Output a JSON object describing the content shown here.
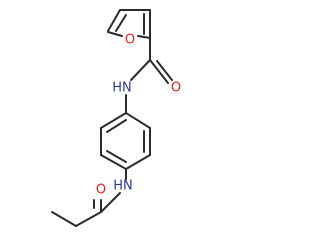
{
  "molecule": {
    "atoms": [
      {
        "id": "furan-o",
        "label": "O",
        "color": "#e5231b"
      },
      {
        "id": "carbonyl-o-top",
        "label": "O",
        "color": "#e5231b"
      },
      {
        "id": "amide-n-top",
        "label": "HN",
        "color": "#2b3c9b"
      },
      {
        "id": "amide-n-bottom",
        "label": "HN",
        "color": "#2b3c9b"
      },
      {
        "id": "carbonyl-o-bottom",
        "label": "O",
        "color": "#e5231b"
      }
    ],
    "bond_color": "#2b2b2b"
  }
}
